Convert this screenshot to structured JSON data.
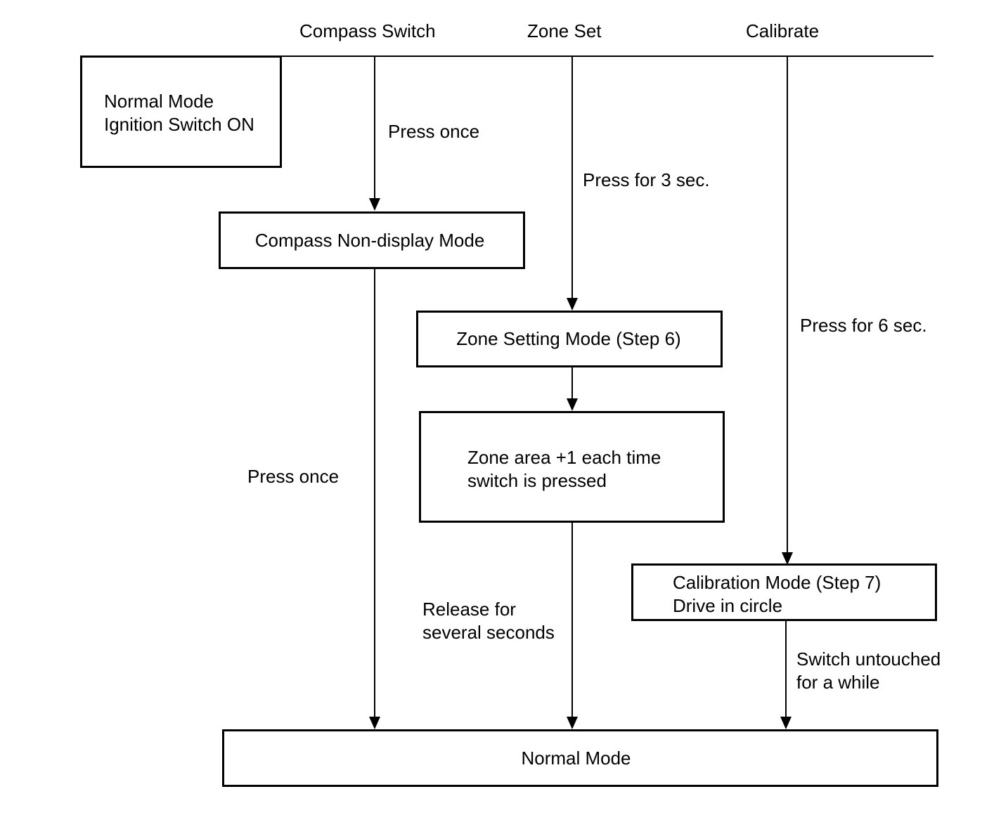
{
  "columns": {
    "compass_switch": "Compass Switch",
    "zone_set": "Zone Set",
    "calibrate": "Calibrate"
  },
  "boxes": {
    "start": {
      "line1": "Normal Mode",
      "line2": "Ignition Switch ON"
    },
    "compass_non_display": "Compass Non-display Mode",
    "zone_setting": "Zone Setting Mode (Step 6)",
    "zone_area": {
      "line1": "Zone area +1 each time",
      "line2": "switch is pressed"
    },
    "calibration": {
      "line1": "Calibration Mode (Step 7)",
      "line2": "Drive in circle"
    },
    "normal_end": "Normal Mode"
  },
  "edge_labels": {
    "compass_press_once_1": "Press once",
    "zone_press_3_sec": "Press for 3 sec.",
    "calibrate_press_6_sec": "Press for 6 sec.",
    "compass_press_once_2": "Press once",
    "release_line1": "Release for",
    "release_line2": "several seconds",
    "untouched_line1": "Switch untouched",
    "untouched_line2": "for a while"
  }
}
